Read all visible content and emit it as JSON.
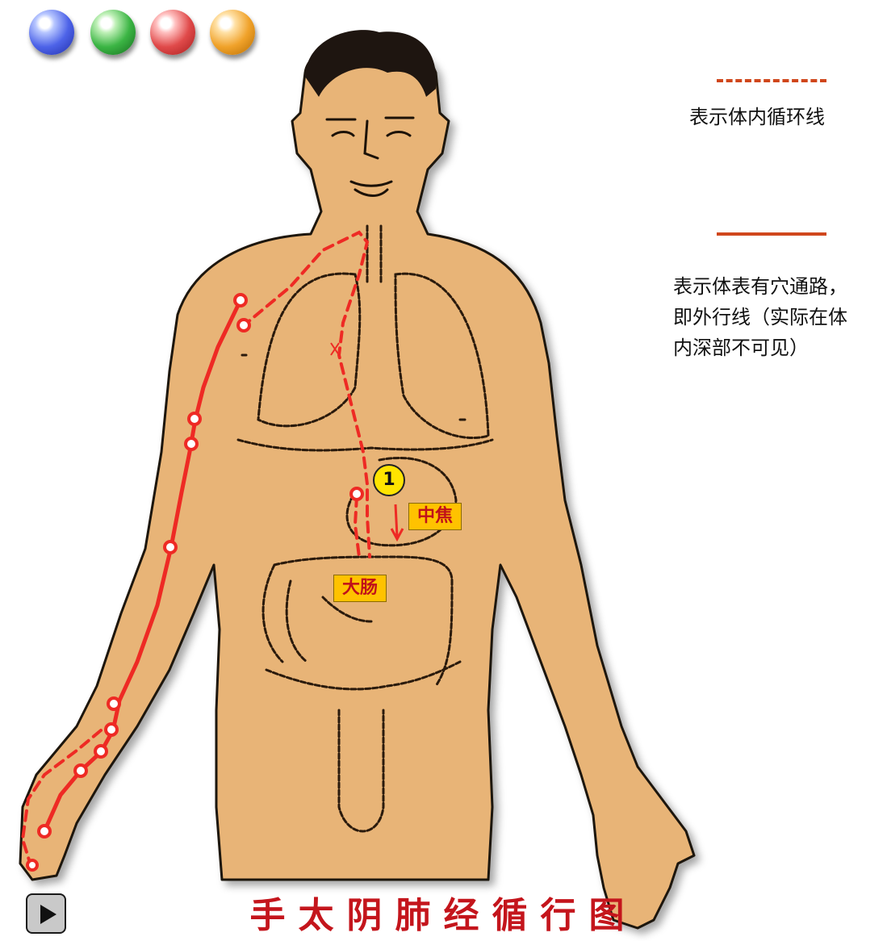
{
  "nav_orbs": [
    {
      "name": "blue-orb-button",
      "color": "#3f55e0"
    },
    {
      "name": "green-orb-button",
      "color": "#3bb544"
    },
    {
      "name": "red-orb-button",
      "color": "#e04a4a"
    },
    {
      "name": "orange-orb-button",
      "color": "#f0a22a"
    }
  ],
  "legend": {
    "dashed_line_color": "#d0471c",
    "dashed_text": "表示体内循环线",
    "solid_line_color": "#d0471c",
    "solid_text": "表示体表有穴通路，\n即外行线（实际在体\n内深部不可见）"
  },
  "labels": {
    "zhongjiao": "中焦",
    "dachang": "大肠",
    "step_number": "1"
  },
  "controls": {
    "play_icon": "play-icon"
  },
  "title": "手太阴肺经循行图",
  "colors": {
    "skin": "#e8b477",
    "meridian": "#ee2a24",
    "label_bg": "#ffc200",
    "label_text": "#c0101a",
    "title": "#c4151c"
  }
}
